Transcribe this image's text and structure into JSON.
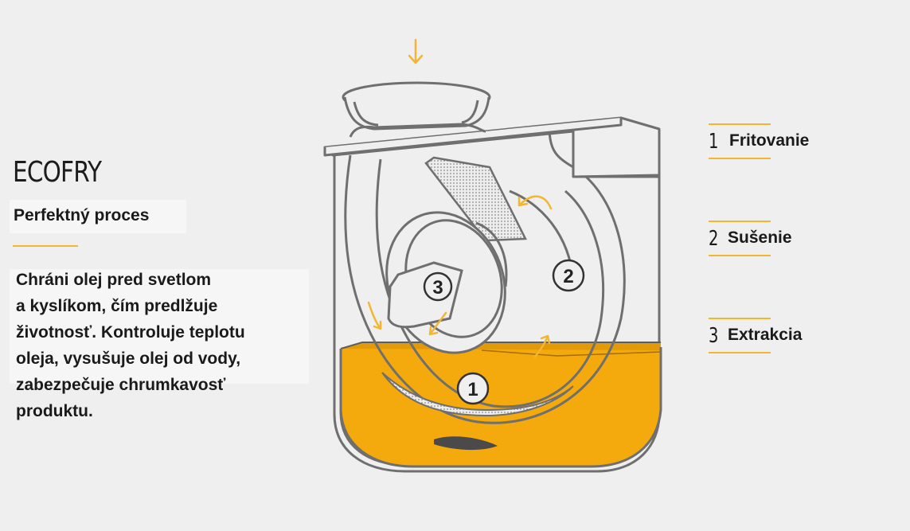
{
  "brand": "ECOFRY",
  "subtitle": "Perfektný proces",
  "description_lines": [
    "Chráni olej pred svetlom",
    "a kyslíkom, čím predlžuje",
    "životnosť. Kontroluje teplotu",
    "oleja, vysušuje olej od vody,",
    "zabezpečuje chrumkavosť",
    "produktu."
  ],
  "legend": [
    {
      "number": "1",
      "label": "Fritovanie"
    },
    {
      "number": "2",
      "label": "Sušenie"
    },
    {
      "number": "3",
      "label": "Extrakcia"
    }
  ],
  "diagram_markers": [
    "1",
    "2",
    "3"
  ],
  "colors": {
    "accent": "#f2b632",
    "oil": "#f4a90c",
    "outline": "#6f6f6f",
    "background": "#efefef"
  }
}
